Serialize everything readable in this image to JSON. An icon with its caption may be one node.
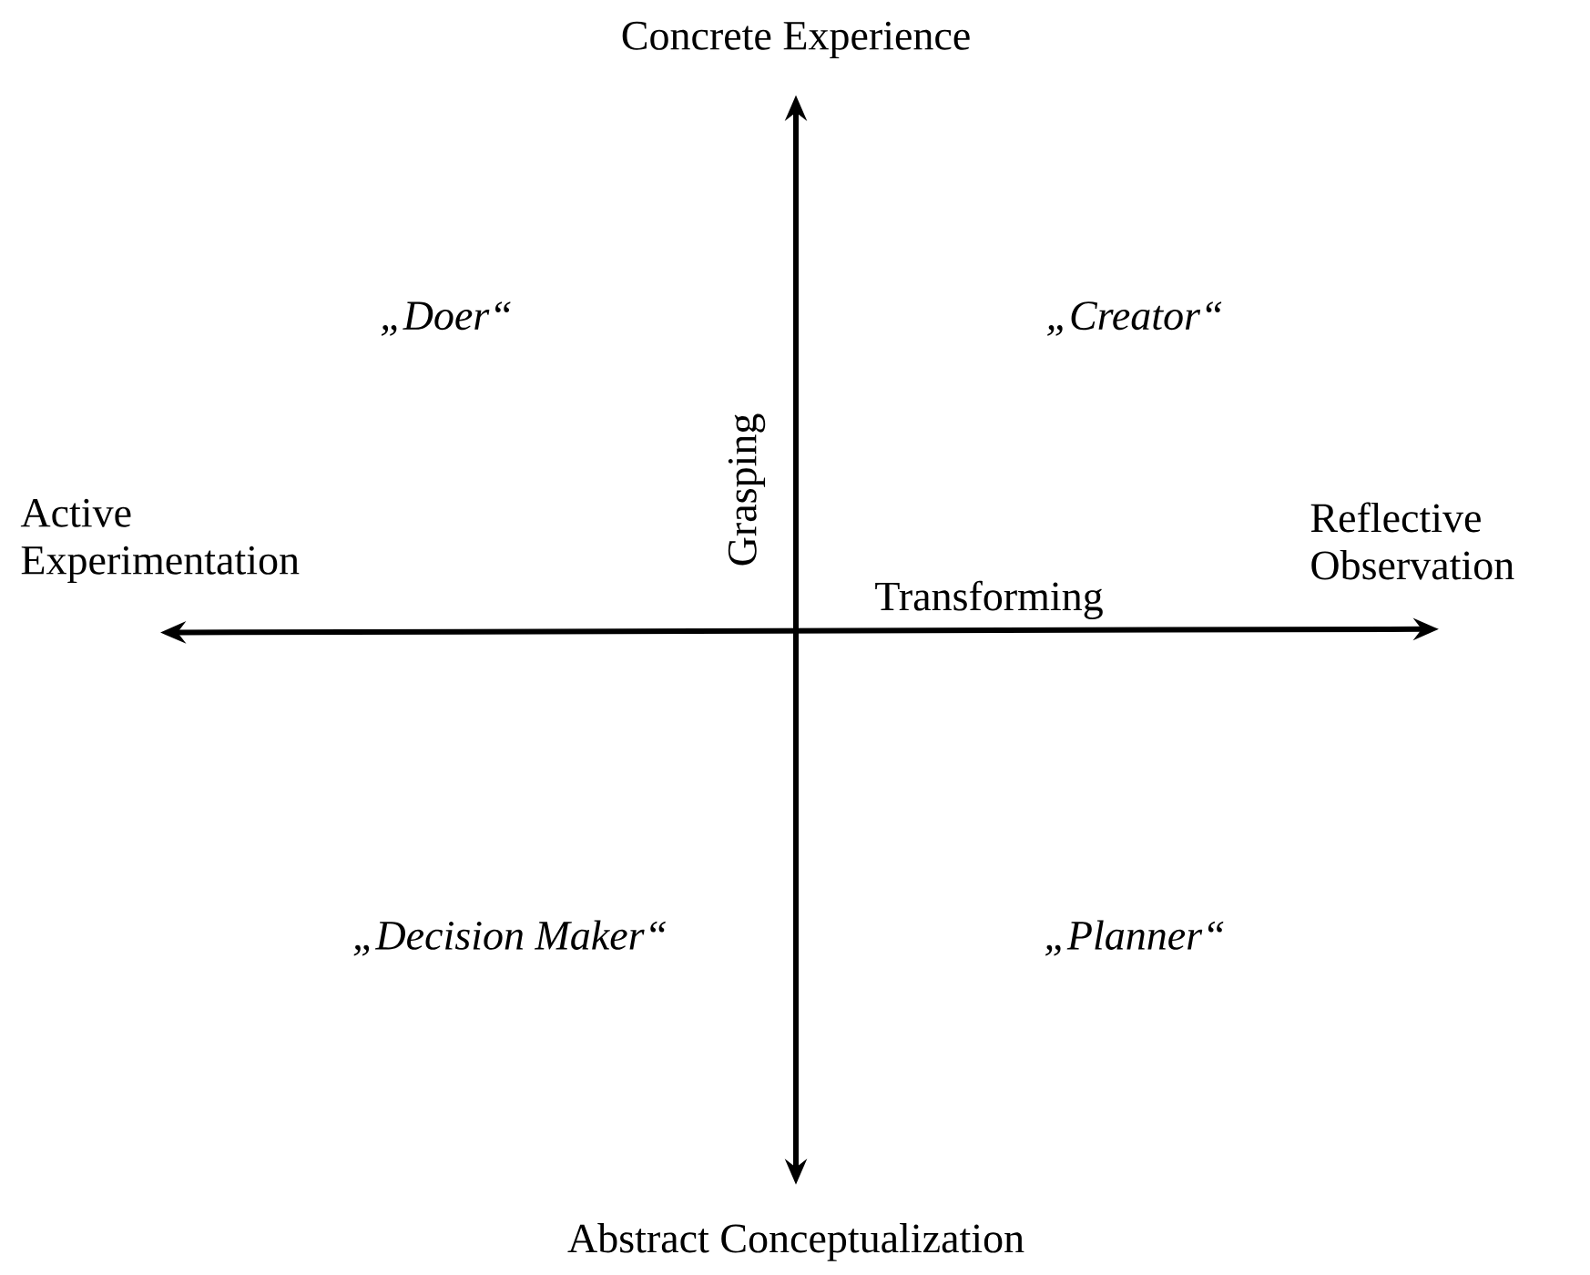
{
  "diagram": {
    "nodes": [
      {
        "text": [
          "Concrete Experience"
        ]
      },
      {
        "text": [
          "Active Experimentation"
        ]
      },
      {
        "text": [
          "Reflective Observation"
        ]
      },
      {
        "text": [
          "Abstract Conceptualization"
        ]
      }
    ],
    "edges": [
      {
        "from": 0,
        "to": 3,
        "arrow": "both",
        "label": "Grasping"
      },
      {
        "from": 1,
        "to": 2,
        "arrow": "both",
        "label": "Transforming"
      }
    ],
    "labels": [
      "„Doer“",
      "„Creator“",
      "„Decision Maker“",
      "„Planner“"
    ]
  }
}
